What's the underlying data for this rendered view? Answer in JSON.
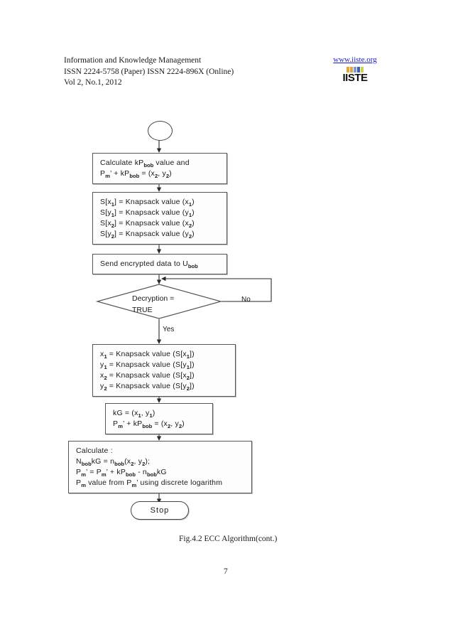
{
  "document": {
    "header": {
      "line1": "Information and Knowledge Management",
      "line2": "ISSN 2224-5758 (Paper) ISSN 2224-896X (Online)",
      "line3": "Vol 2, No.1, 2012",
      "url": "www.iiste.org",
      "logo_word": "IISTE",
      "logo_bar_colors": [
        "#e8a33d",
        "#e8a33d",
        "#6f9fd8",
        "#3b5fa8",
        "#cdd34a"
      ]
    },
    "caption": "Fig.4.2 ECC Algorithm(cont.)",
    "page_number": "7"
  },
  "flowchart": {
    "title": "ECC Algorithm (continued)",
    "start_connector": {
      "label": ""
    },
    "nodes": [
      {
        "id": "calc-kpbob",
        "type": "process",
        "lines": [
          "Calculate kP<sub>bob</sub> value and",
          "P<sub>m</sub>&#8217; + kP<sub>bob</sub> = (x<sub>2</sub>, y<sub>2</sub>)"
        ]
      },
      {
        "id": "knapsack-encode",
        "type": "process",
        "lines": [
          "S[x<sub>1</sub>] = Knapsack value (x<sub>1</sub>)",
          "S[y<sub>1</sub>] = Knapsack value (y<sub>1</sub>)",
          "S[x<sub>2</sub>] = Knapsack value (x<sub>2</sub>)",
          "S[y<sub>2</sub>] = Knapsack value (y<sub>2</sub>)"
        ]
      },
      {
        "id": "send-data",
        "type": "process",
        "lines": [
          "Send encrypted data to U<sub>bob</sub>"
        ]
      },
      {
        "id": "decryption-check",
        "type": "decision",
        "lines": [
          "Decryption =",
          "TRUE"
        ],
        "yes_label": "Yes",
        "no_label": "No"
      },
      {
        "id": "knapsack-decode",
        "type": "process",
        "lines": [
          "x<sub>1</sub> = Knapsack value (S[x<sub>1</sub>])",
          "y<sub>1</sub> = Knapsack value (S[y<sub>1</sub>])",
          "x<sub>2</sub> = Knapsack value (S[x<sub>2</sub>])",
          "y<sub>2</sub> = Knapsack value (S[y<sub>2</sub>])"
        ]
      },
      {
        "id": "kg-pair",
        "type": "process",
        "lines": [
          "kG = (x<sub>1</sub>, y<sub>1</sub>)",
          "P<sub>m</sub>&#8217; + kP<sub>bob</sub> = (x<sub>2</sub>, y<sub>2</sub>)"
        ]
      },
      {
        "id": "final-calculate",
        "type": "process",
        "lines": [
          "Calculate :",
          "N<sub>bob</sub>kG = n<sub>bob</sub>(x<sub>2</sub>, y<sub>2</sub>);",
          "P<sub>m</sub>&#8217; = P<sub>m</sub>&#8217; + kP<sub>bob</sub> - n<sub>bob</sub>kG",
          "P<sub>m</sub> value from P<sub>m</sub>&#8217; using discrete logarithm"
        ]
      },
      {
        "id": "stop",
        "type": "terminator",
        "label": "Stop"
      }
    ]
  }
}
